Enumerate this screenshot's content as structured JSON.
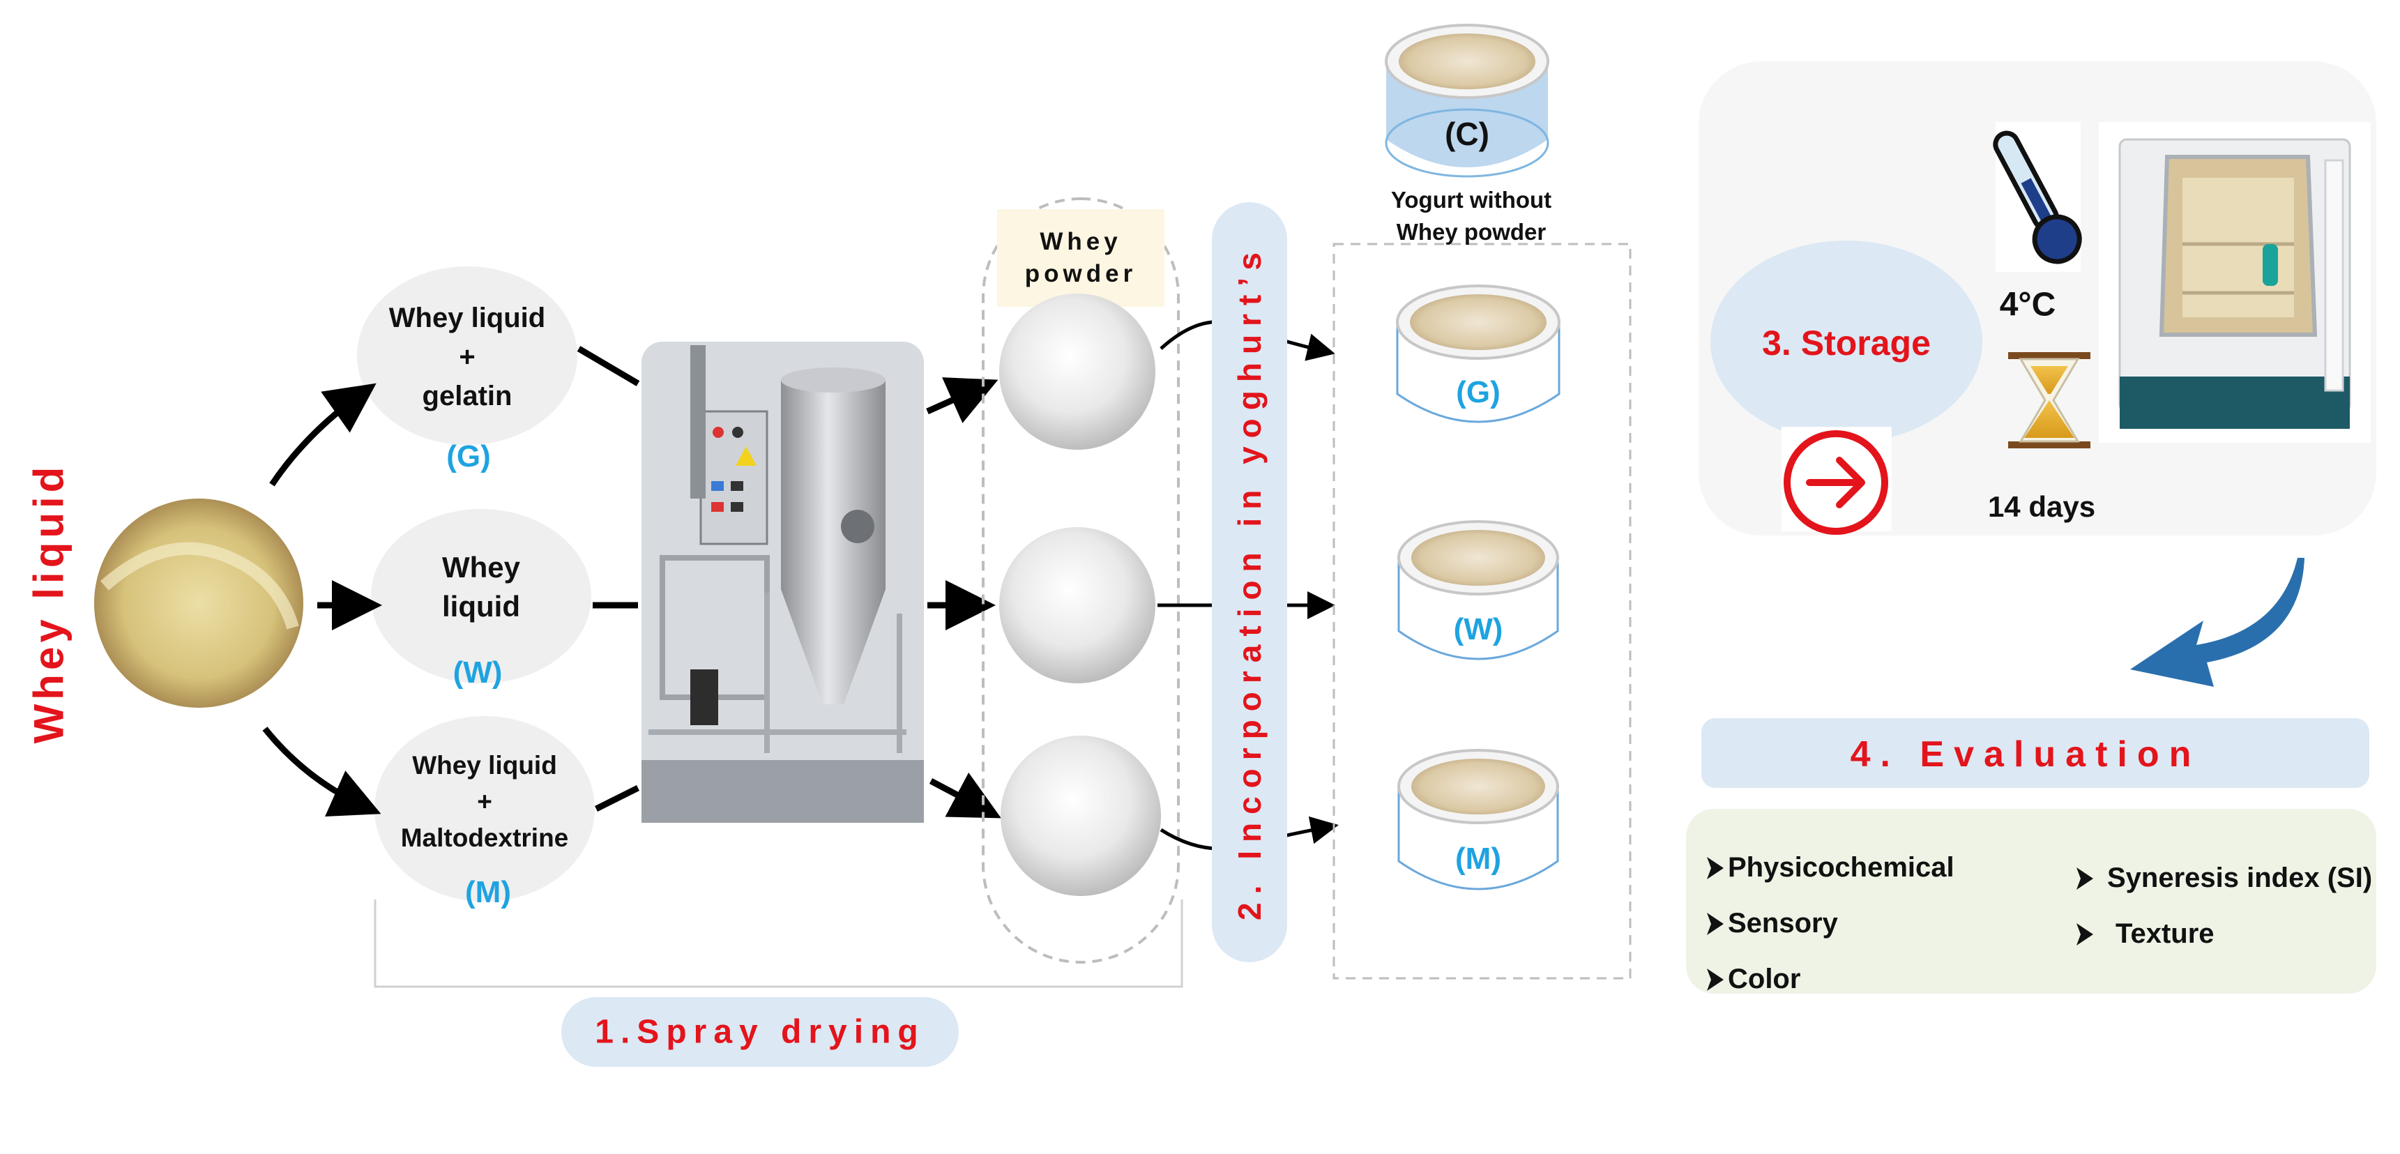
{
  "source": {
    "label": "Whey liquid"
  },
  "formulations": [
    {
      "lines": [
        "Whey liquid",
        "+",
        "gelatin"
      ],
      "code": "(G)"
    },
    {
      "lines": [
        "Whey",
        "liquid"
      ],
      "code": "(W)"
    },
    {
      "lines": [
        "Whey liquid",
        "+",
        "Maltodextrine"
      ],
      "code": "(M)"
    }
  ],
  "step1": {
    "label": "1.Spray drying"
  },
  "powder": {
    "label_line1": "Whey",
    "label_line2": "powder"
  },
  "step2": {
    "label": "2. Incorporation in yoghurt’s"
  },
  "control": {
    "code": "(C)",
    "caption_line1": "Yogurt without",
    "caption_line2": "Whey powder"
  },
  "yogurts": [
    {
      "code": "(G)"
    },
    {
      "code": "(W)"
    },
    {
      "code": "(M)"
    }
  ],
  "step3": {
    "label": "3. Storage",
    "temperature": "4°C",
    "duration": "14 days"
  },
  "step4": {
    "label": "4. Evaluation"
  },
  "evaluation": {
    "left": [
      "Physicochemical",
      "Sensory",
      "Color"
    ],
    "right": [
      "Syneresis index (SI)",
      "Texture"
    ]
  },
  "colors": {
    "accent_red": "#e3141b",
    "code_blue": "#1ea3e0",
    "panel_blue": "#dce8f4",
    "panel_green": "#eef3e6",
    "arrow_blue": "#2a6fad"
  }
}
